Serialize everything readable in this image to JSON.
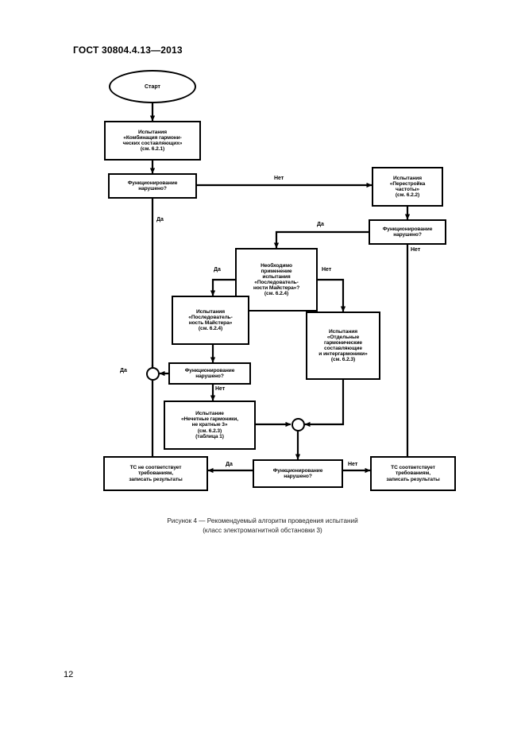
{
  "document": {
    "standard_header": "ГОСТ 30804.4.13—2013",
    "page_number": "12"
  },
  "figure": {
    "caption_line1": "Рисунок 4 — Рекомендуемый алгоритм проведения испытаний",
    "caption_line2": "(класс электромагнитной обстановки 3)",
    "nodes": {
      "start": "Старт",
      "test_combination": "Испытания\n«Комбинация гармони-\nческих составляющих»\n(см. 6.2.1)",
      "decision_1": "Функционирование\nнарушено?",
      "test_freq_sweep": "Испытания\n«Перестройка\nчастоты»\n(см. 6.2.2)",
      "decision_2": "Функционирование\nнарушено?",
      "decision_meister": "Необходимо\nприменение\nиспытания\n«Последователь-\nности Майстера»?\n(см. 6.2.4)",
      "test_meister": "Испытания\n«Последователь-\nность Майстера»\n(см. 6.2.4)",
      "test_individual": "Испытания\n«Отдельные\nгармонические\nсоставляющие\nи интергармоники»\n(см. 6.2.3)",
      "decision_3": "Функционирование\nнарушено?",
      "test_odd_harmonics": "Испытание\n«Нечетные гармоники,\nне кратные 3»\n(см. 6.2.3)\n(таблица 1)",
      "decision_4": "Функционирование\nнарушено?",
      "result_fail": "ТС не соответствует\nтребованиям,\nзаписать результаты",
      "result_pass": "ТС соответствует\nтребованиям,\nзаписать результаты"
    },
    "edge_labels": {
      "d1_no": "Нет",
      "d1_yes": "Да",
      "d2_yes": "Да",
      "d2_no": "Нет",
      "meister_yes": "Да",
      "meister_no": "Нет",
      "d3_yes": "Да",
      "d3_no": "Нет",
      "d4_yes": "Да",
      "d4_no": "Нет"
    },
    "colors": {
      "stroke": "#000000",
      "fill": "#ffffff"
    }
  }
}
